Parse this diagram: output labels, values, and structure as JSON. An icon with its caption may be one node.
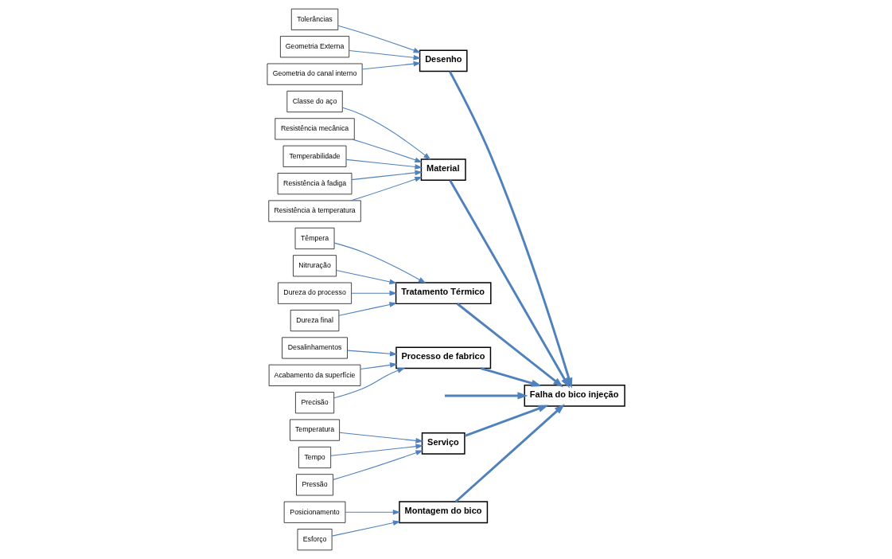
{
  "diagram": {
    "nodes": [
      {
        "text": [
          "Falha do bico injeção"
        ]
      },
      {
        "text": [
          "Desenho"
        ]
      },
      {
        "text": [
          "Tolerâncias"
        ]
      },
      {
        "text": [
          "Geometria Externa"
        ]
      },
      {
        "text": [
          "Geometria do canal interno"
        ]
      },
      {
        "text": [
          "Material"
        ]
      },
      {
        "text": [
          "Classe do aço"
        ]
      },
      {
        "text": [
          "Resistência mecânica"
        ]
      },
      {
        "text": [
          "Temperabilidade"
        ]
      },
      {
        "text": [
          "Resistência à fadiga"
        ]
      },
      {
        "text": [
          "Resistência à temperatura"
        ]
      },
      {
        "text": [
          "Tratamento Térmico"
        ]
      },
      {
        "text": [
          "Têmpera"
        ]
      },
      {
        "text": [
          "Nitruração"
        ]
      },
      {
        "text": [
          "Dureza do processo"
        ]
      },
      {
        "text": [
          "Dureza final"
        ]
      },
      {
        "text": [
          "Processo de fabrico"
        ]
      },
      {
        "text": [
          "Desalinhamentos"
        ]
      },
      {
        "text": [
          "Acabamento da superfície"
        ]
      },
      {
        "text": [
          "Precisão"
        ]
      },
      {
        "text": [
          "Serviço"
        ]
      },
      {
        "text": [
          "Temperatura"
        ]
      },
      {
        "text": [
          "Tempo"
        ]
      },
      {
        "text": [
          "Pressão"
        ]
      },
      {
        "text": [
          "Montagem do bico"
        ]
      },
      {
        "text": [
          "Posicionamento"
        ]
      },
      {
        "text": [
          "Esforço"
        ]
      }
    ],
    "edges": [
      {
        "from": null,
        "to": 0,
        "arrow": "to",
        "style": "thick"
      },
      {
        "from": 1,
        "to": 0,
        "arrow": "to",
        "style": "thick"
      },
      {
        "from": 2,
        "to": 1,
        "arrow": "to"
      },
      {
        "from": 3,
        "to": 1,
        "arrow": "to"
      },
      {
        "from": 4,
        "to": 1,
        "arrow": "to"
      },
      {
        "from": 5,
        "to": 0,
        "arrow": "to",
        "style": "thick"
      },
      {
        "from": 6,
        "to": 5,
        "arrow": "to"
      },
      {
        "from": 7,
        "to": 5,
        "arrow": "to"
      },
      {
        "from": 8,
        "to": 5,
        "arrow": "to"
      },
      {
        "from": 9,
        "to": 5,
        "arrow": "to"
      },
      {
        "from": 10,
        "to": 5,
        "arrow": "to"
      },
      {
        "from": 11,
        "to": 0,
        "arrow": "to",
        "style": "thick"
      },
      {
        "from": 12,
        "to": 11,
        "arrow": "to"
      },
      {
        "from": 13,
        "to": 11,
        "arrow": "to"
      },
      {
        "from": 14,
        "to": 11,
        "arrow": "to"
      },
      {
        "from": 15,
        "to": 11,
        "arrow": "to"
      },
      {
        "from": 16,
        "to": 0,
        "arrow": "to",
        "style": "thick"
      },
      {
        "from": 17,
        "to": 16,
        "arrow": "to"
      },
      {
        "from": 18,
        "to": 16,
        "arrow": "to"
      },
      {
        "from": 19,
        "to": 16,
        "arrow": "to"
      },
      {
        "from": 20,
        "to": 0,
        "arrow": "to",
        "style": "thick"
      },
      {
        "from": 21,
        "to": 20,
        "arrow": "to"
      },
      {
        "from": 22,
        "to": 20,
        "arrow": "to"
      },
      {
        "from": 23,
        "to": 20,
        "arrow": "to"
      },
      {
        "from": 24,
        "to": 0,
        "arrow": "to",
        "style": "thick"
      },
      {
        "from": 25,
        "to": 24,
        "arrow": "to"
      },
      {
        "from": 26,
        "to": 24,
        "arrow": "to"
      }
    ]
  }
}
